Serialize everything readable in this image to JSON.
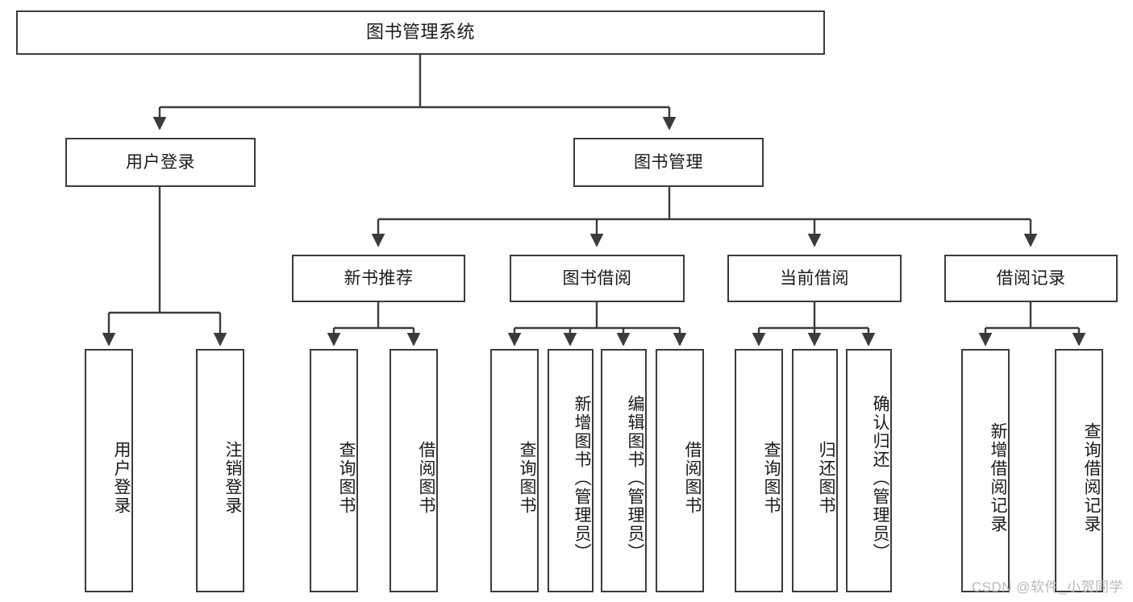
{
  "diagram": {
    "title": "图书管理系统",
    "root": {
      "label": "图书管理系统"
    },
    "level2": [
      {
        "label": "用户登录"
      },
      {
        "label": "图书管理"
      }
    ],
    "level3": [
      {
        "label": "新书推荐"
      },
      {
        "label": "图书借阅"
      },
      {
        "label": "当前借阅"
      },
      {
        "label": "借阅记录"
      }
    ],
    "leaves": [
      {
        "label": "用户登录"
      },
      {
        "label": "注销登录"
      },
      {
        "label": "查询图书"
      },
      {
        "label": "借阅图书"
      },
      {
        "label": "查询图书"
      },
      {
        "label": "新增图书（管理员）"
      },
      {
        "label": "编辑图书（管理员）"
      },
      {
        "label": "借阅图书"
      },
      {
        "label": "查询图书"
      },
      {
        "label": "归还图书"
      },
      {
        "label": "确认归还（管理员）"
      },
      {
        "label": "新增借阅记录"
      },
      {
        "label": "查询借阅记录"
      }
    ]
  },
  "watermark": {
    "text": "CSDN @软件_小贺同学"
  },
  "colors": {
    "border": "#3b3b3b",
    "background": "#ffffff",
    "text": "#1a1a1a",
    "watermark": "#b9b9b9"
  }
}
